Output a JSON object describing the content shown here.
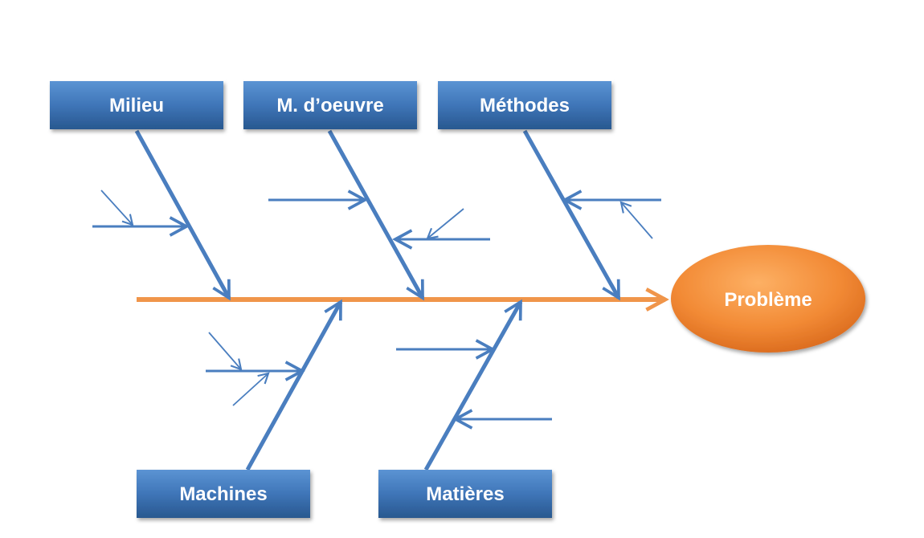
{
  "effect": {
    "label": "Problème"
  },
  "causes": {
    "milieu": "Milieu",
    "main_oeuvre": "M. d’oeuvre",
    "methodes": "Méthodes",
    "machines": "Machines",
    "matieres": "Matières"
  },
  "colors": {
    "box_top": "#4f86c6",
    "box_bottom": "#2a5c9c",
    "bone": "#4a7ebf",
    "spine": "#f0954a",
    "effect_light": "#fba85a",
    "effect_dark": "#e06a1a"
  }
}
